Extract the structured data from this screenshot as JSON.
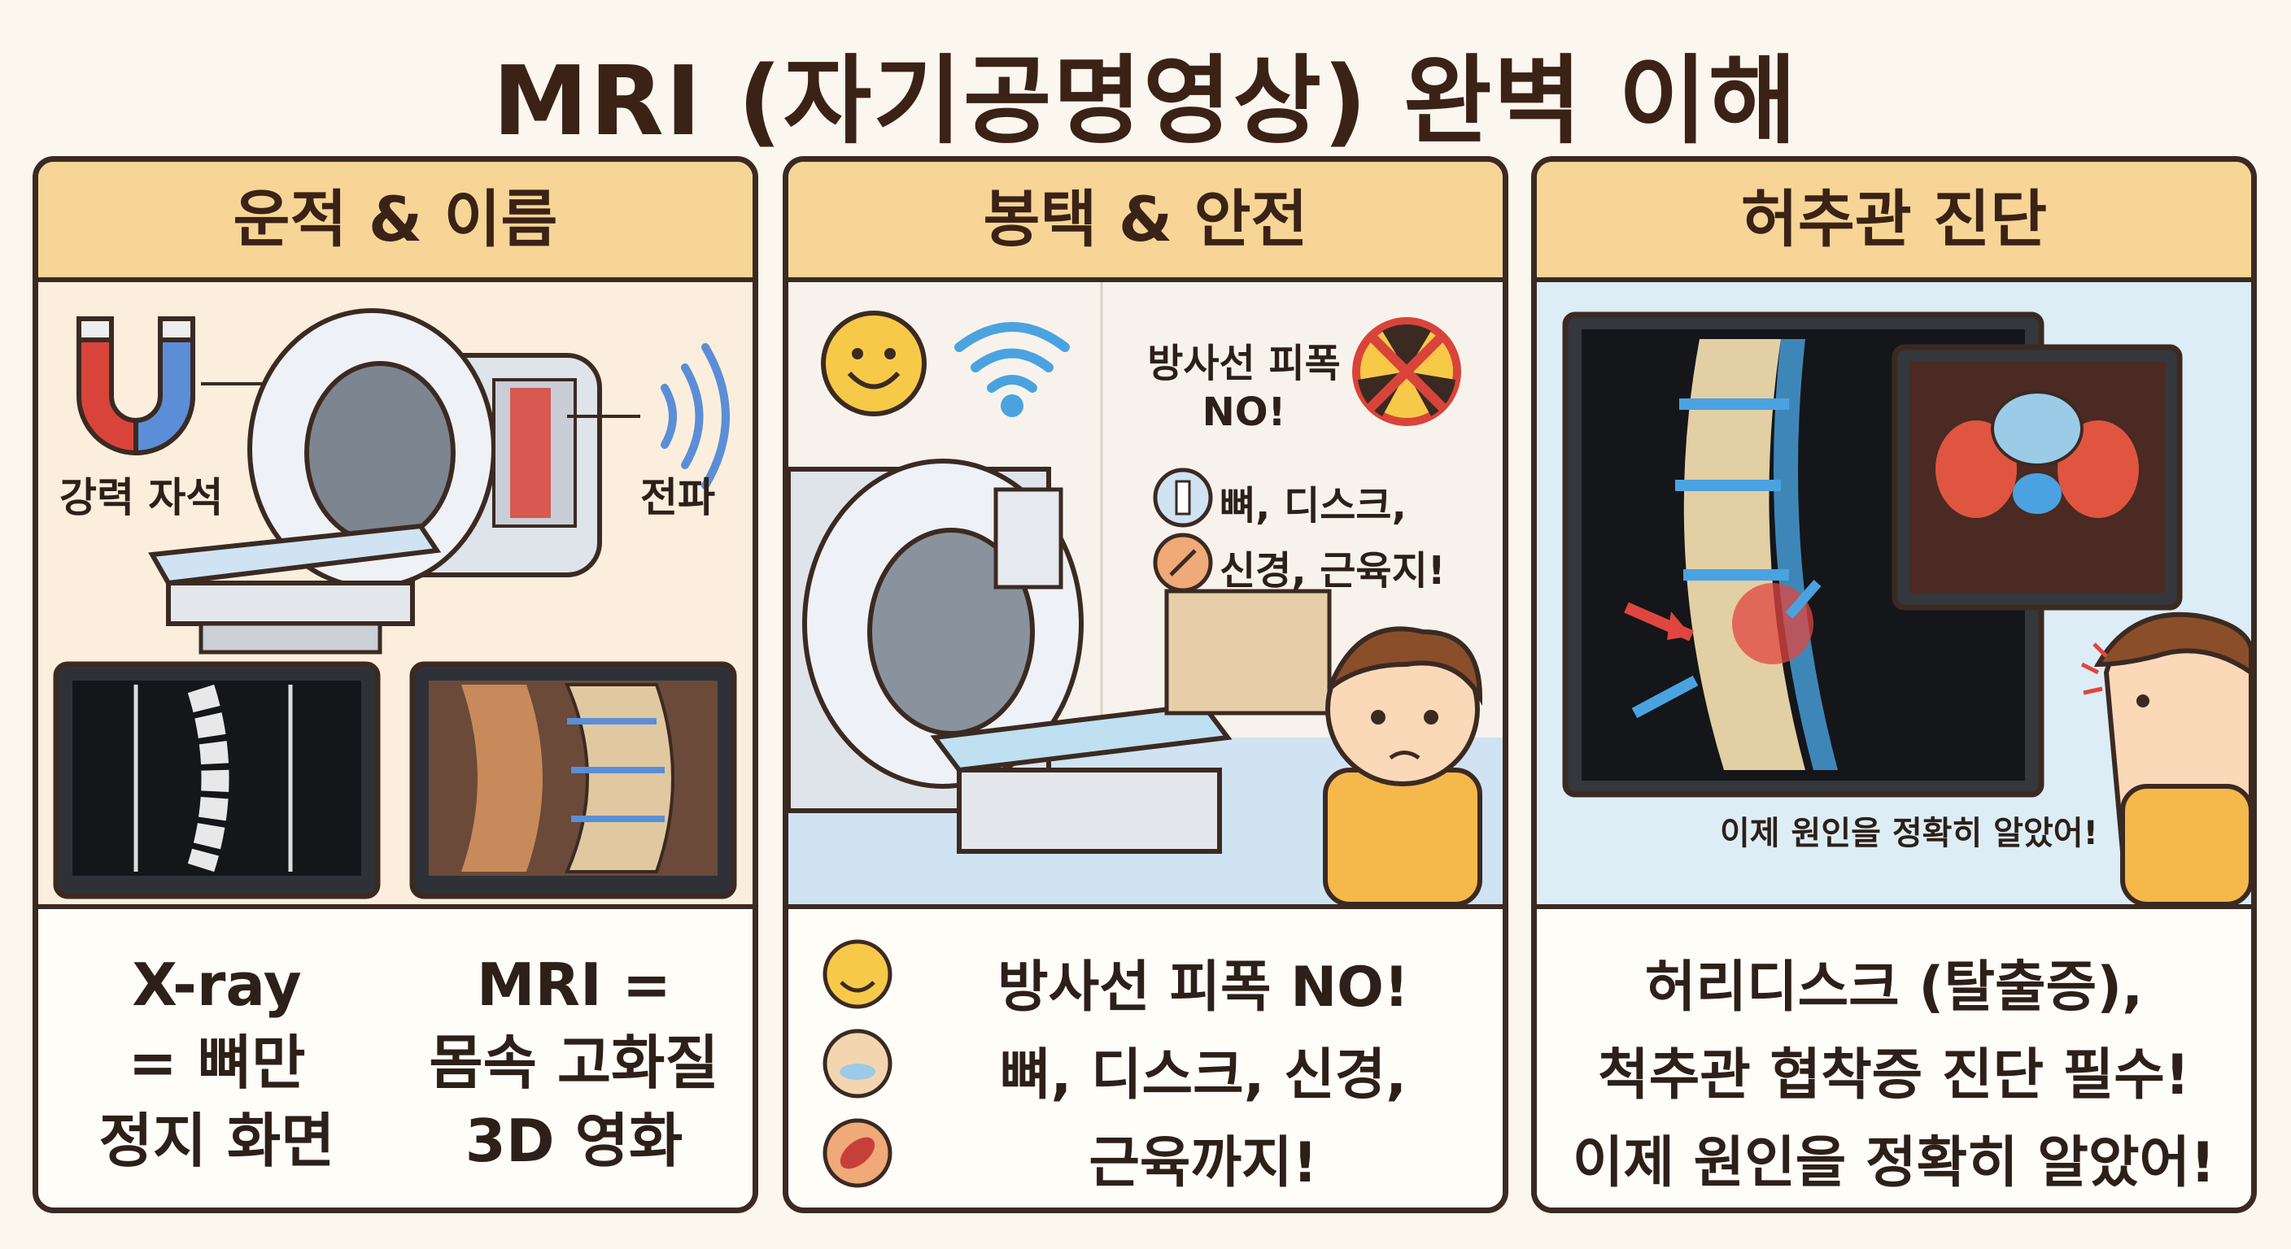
{
  "title": "MRI (자기공명영상) 완벽 이해",
  "panels": [
    {
      "header": "운적 & 이름",
      "labels": {
        "magnet": "강력 자석",
        "wave": "전파"
      },
      "bottom_left": [
        "X-ray",
        "= 뼈만",
        "정지 화면"
      ],
      "bottom_right": [
        "MRI =",
        "몸속 고화질",
        "3D 영화"
      ]
    },
    {
      "header": "봉택 & 안전",
      "labels": {
        "radiation": [
          "방사선 피폭",
          "NO!"
        ],
        "list1": "뼈, 디스크,",
        "list2": "신경, 근육지!"
      },
      "bottom": [
        "방사선 피폭 NO!",
        "뼈, 디스크, 신경,",
        "근육까지!"
      ]
    },
    {
      "header": "허추관 진단",
      "caption": "이제 원인을 정확히 알았어!",
      "bottom": [
        "허리디스크 (탈출증),",
        "척추관 협착증 진단 필수!",
        "이제 원인을 정확히 알았어!"
      ]
    }
  ],
  "colors": {
    "header_bg": "#f6d596",
    "border": "#3b2a22",
    "magnet_red": "#d9443a",
    "magnet_blue": "#5b8ed6",
    "scan_red": "#e0463f",
    "arrow_blue": "#4aa3e0"
  }
}
